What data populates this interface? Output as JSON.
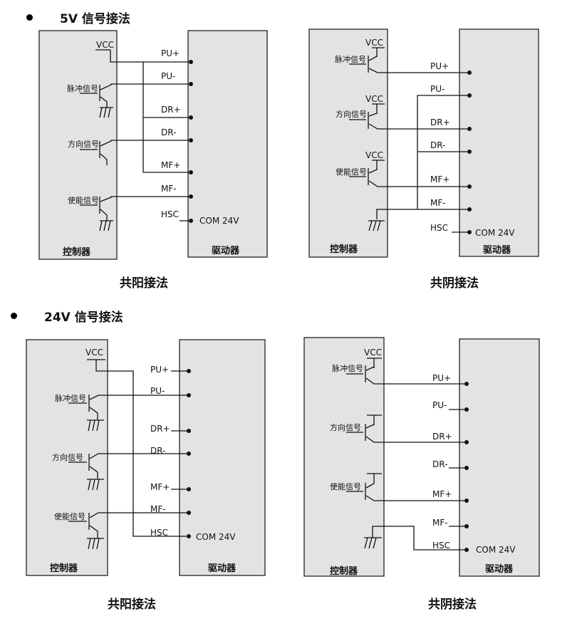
{
  "sections": [
    {
      "heading": "5V 信号接法"
    },
    {
      "heading": "24V 信号接法"
    }
  ],
  "labels": {
    "controller": "控制器",
    "driver": "驱动器",
    "vcc": "VCC",
    "pulse_signal": "脉冲信号",
    "direction_signal": "方向信号",
    "enable_signal": "使能信号",
    "pu_plus": "PU+",
    "pu_minus": "PU-",
    "dr_plus": "DR+",
    "dr_minus": "DR-",
    "mf_plus": "MF+",
    "mf_minus": "MF-",
    "hsc": "HSC",
    "com": "COM 24V"
  },
  "diagrams": [
    {
      "caption": "共阳接法"
    },
    {
      "caption": "共阴接法"
    },
    {
      "caption": "共阳接法"
    },
    {
      "caption": "共阴接法"
    }
  ]
}
